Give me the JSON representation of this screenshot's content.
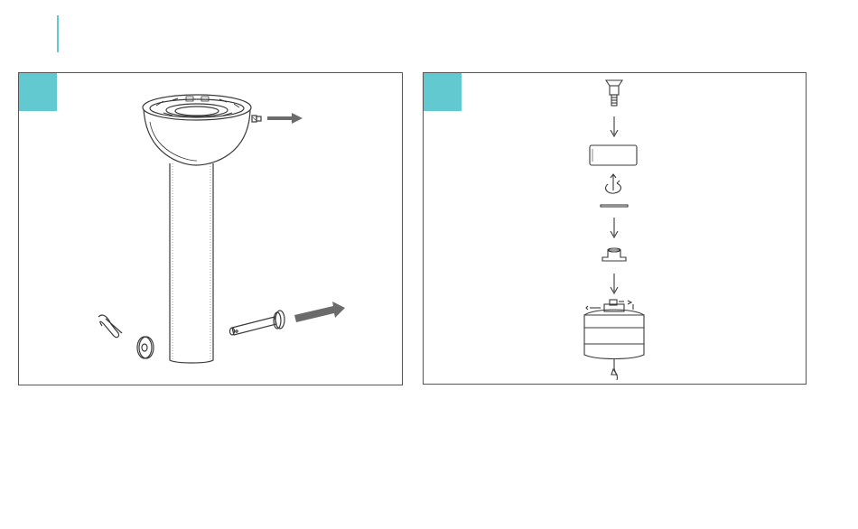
{
  "colors": {
    "accent": "#63c9d1",
    "line": "#3a3a3a",
    "arrow_fill": "#6b6b6b",
    "panel_border": "#555555"
  },
  "panels": [
    {
      "id": "step-1",
      "step_label": "",
      "illustration": "pole-disassembly-remove-bolt-and-pin"
    },
    {
      "id": "step-2",
      "step_label": "",
      "illustration": "exploded-view-motor-assembly"
    }
  ]
}
